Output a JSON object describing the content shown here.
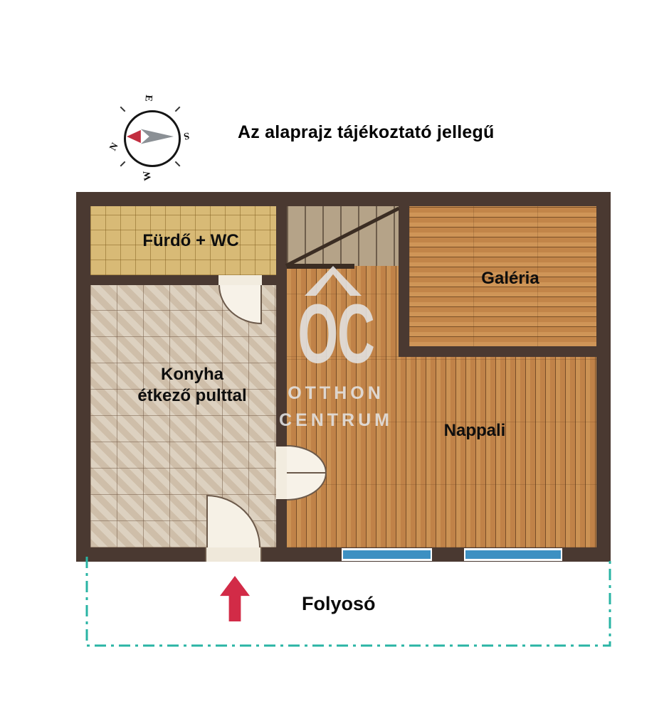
{
  "page": {
    "title": "Az alaprajz tájékoztató jellegű"
  },
  "compass": {
    "north": "N",
    "east": "E",
    "south": "S",
    "west": "W"
  },
  "floor_plan": {
    "rooms": {
      "bathroom": {
        "label": "Fürdő + WC"
      },
      "kitchen": {
        "label_line1": "Konyha",
        "label_line2": "étkező pulttal"
      },
      "gallery": {
        "label": "Galéria"
      },
      "living_room": {
        "label": "Nappali"
      },
      "corridor": {
        "label": "Folyosó"
      }
    }
  },
  "watermark": {
    "logo": "OC",
    "line1": "OTTHON",
    "line2": "CENTRUM"
  },
  "colors": {
    "wall": "#4a3931",
    "bathroom_tile": "#d8ba76",
    "kitchen_tile": "#d7cab6",
    "wood_floor": "#c68a4d",
    "window_blue": "#3d90c2",
    "corridor_dash_teal": "#2ab4a4",
    "entrance_arrow_red": "#d22b47",
    "watermark_gray": "#e2e2e2"
  }
}
